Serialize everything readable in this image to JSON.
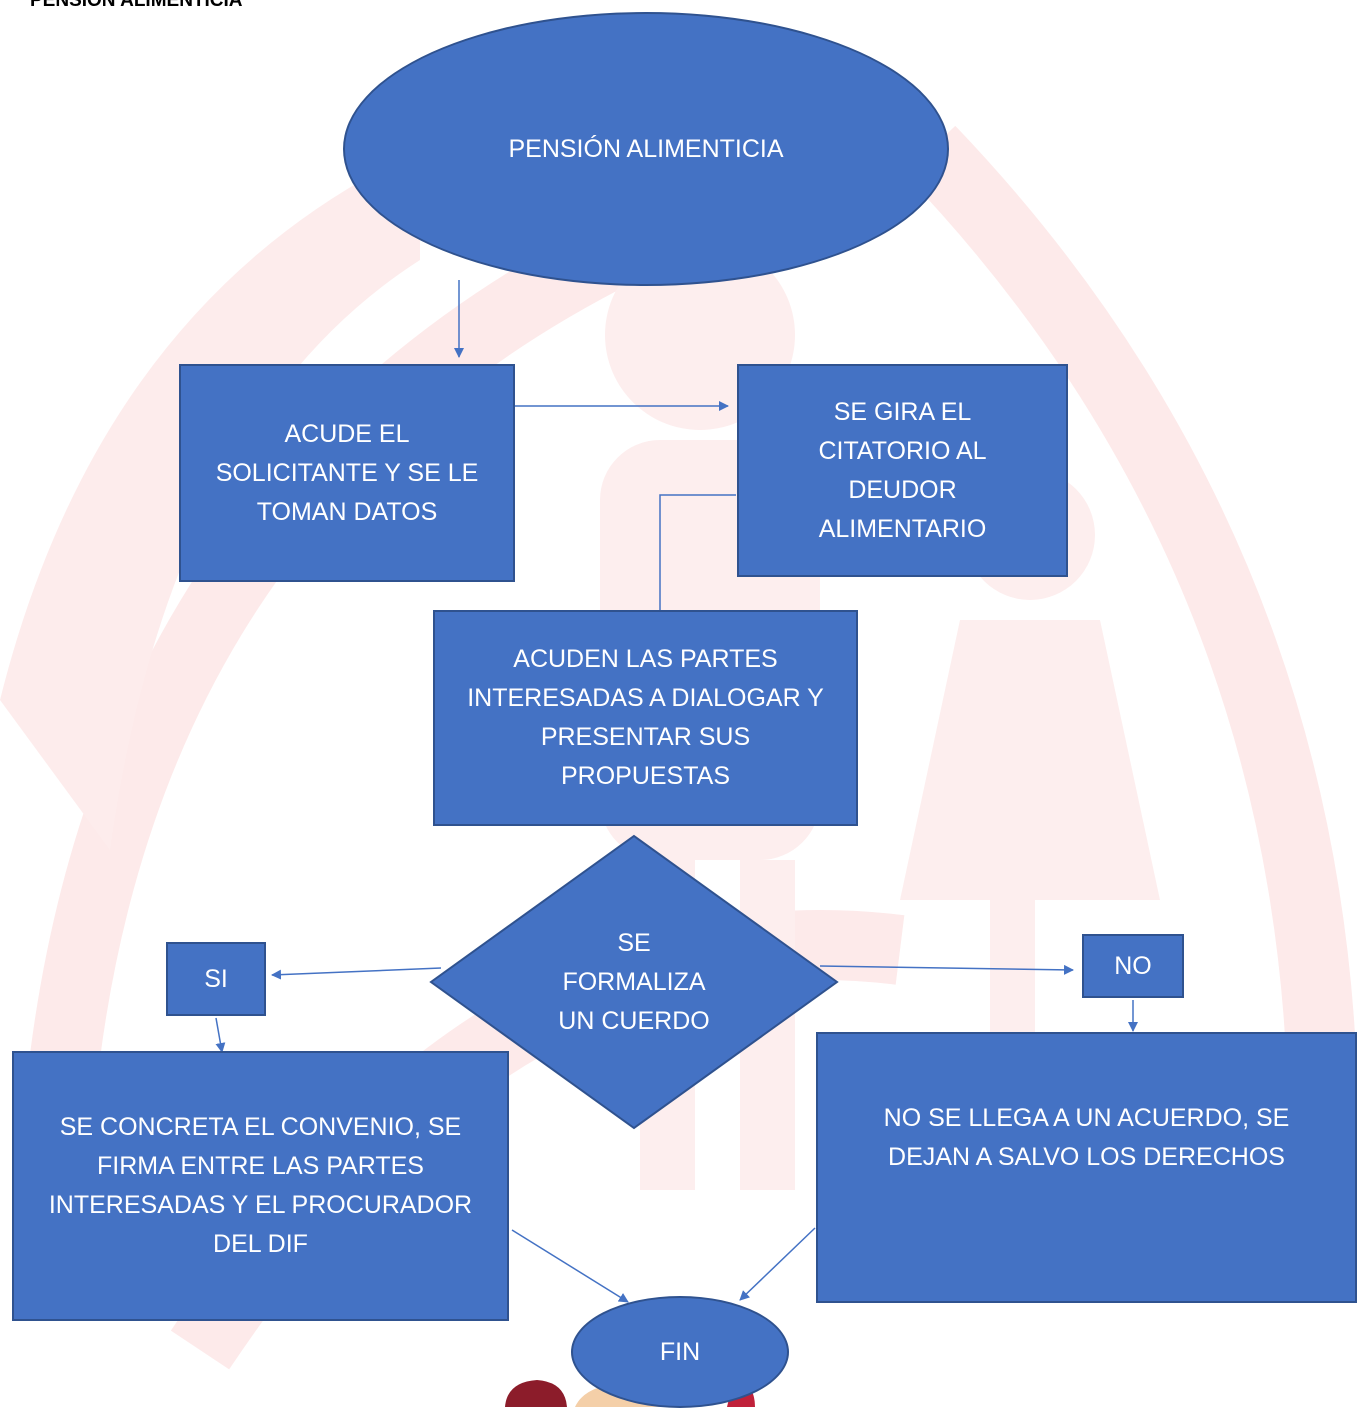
{
  "heading": "PENSIÓN ALIMENTICIA",
  "colors": {
    "node_fill": "#4472c4",
    "node_border": "#2f528f",
    "connector": "#4472c4",
    "watermark": "#fbe3e3",
    "logo_dark_red": "#8c1c2a"
  },
  "nodes": {
    "start": "PENSIÓN ALIMENTICIA",
    "intake": "ACUDE EL\nSOLICITANTE Y SE LE\nTOMAN DATOS",
    "summons": "SE GIRA EL\nCITATORIO AL\nDEUDOR\nALIMENTARIO",
    "meeting": "ACUDEN LAS PARTES\nINTERESADAS A DIALOGAR Y\nPRESENTAR SUS\nPROPUESTAS",
    "decision": "SE\nFORMALIZA\nUN CUERDO",
    "yes": "SI",
    "no": "NO",
    "agreement": "SE CONCRETA EL CONVENIO, SE\nFIRMA ENTRE LAS PARTES\nINTERESADAS Y EL PROCURADOR\nDEL DIF",
    "no_agreement": "NO SE LLEGA A UN ACUERDO, SE\nDEJAN A SALVO LOS DERECHOS",
    "end": "FIN"
  }
}
